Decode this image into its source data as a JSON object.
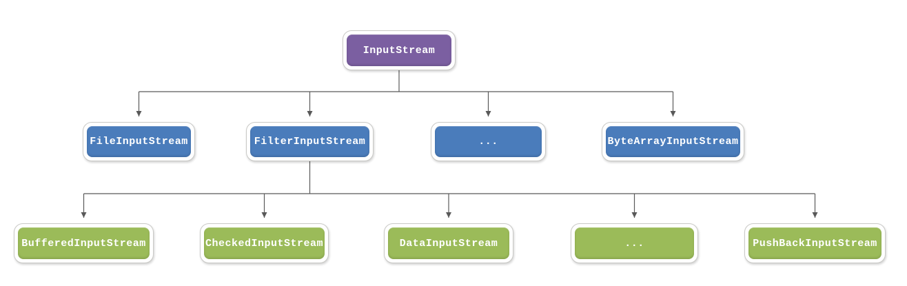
{
  "diagram": {
    "type": "tree",
    "colors": {
      "connector": "#595959",
      "ring": "#c9c9c6",
      "rootFill": "#7b5fa1",
      "level2Fill": "#4a7cbb",
      "level3Fill": "#9bbb59",
      "labelText": "#ffffff"
    },
    "root": {
      "label": "InputStream"
    },
    "level2": [
      {
        "label": "FileInputStream"
      },
      {
        "label": "FilterInputStream"
      },
      {
        "label": "..."
      },
      {
        "label": "ByteArrayInputStream"
      }
    ],
    "level3": [
      {
        "label": "BufferedInputStream"
      },
      {
        "label": "CheckedInputStream"
      },
      {
        "label": "DataInputStream"
      },
      {
        "label": "..."
      },
      {
        "label": "PushBackInputStream"
      }
    ],
    "edges": [
      {
        "from": "InputStream",
        "to": "FileInputStream"
      },
      {
        "from": "InputStream",
        "to": "FilterInputStream"
      },
      {
        "from": "InputStream",
        "to": "..."
      },
      {
        "from": "InputStream",
        "to": "ByteArrayInputStream"
      },
      {
        "from": "FilterInputStream",
        "to": "BufferedInputStream"
      },
      {
        "from": "FilterInputStream",
        "to": "CheckedInputStream"
      },
      {
        "from": "FilterInputStream",
        "to": "DataInputStream"
      },
      {
        "from": "FilterInputStream",
        "to": "..."
      },
      {
        "from": "FilterInputStream",
        "to": "PushBackInputStream"
      }
    ]
  }
}
